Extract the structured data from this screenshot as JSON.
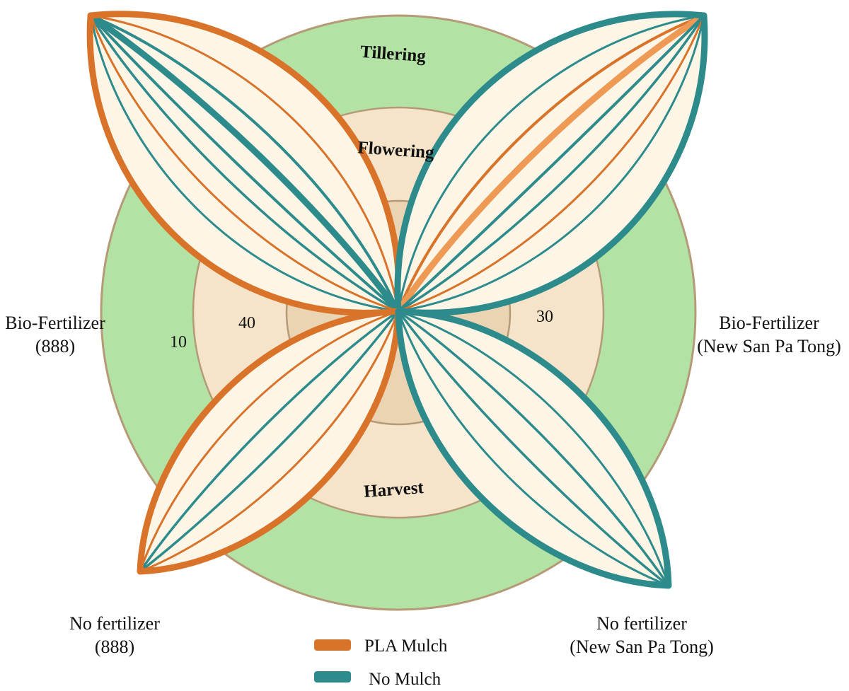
{
  "colors": {
    "pla": "#d9732a",
    "pla_light": "#ee9a55",
    "nomulch": "#2e8b8b",
    "leaf_fill": "#fdf6e7",
    "ring_outer": "#b3e3a4",
    "ring_mid": "#f5e4c9",
    "ring_inner": "#efdcbe",
    "ring_core": "#ead4b3",
    "ring_stroke": "#b59a78"
  },
  "stages": {
    "tillering": "Tillering",
    "flowering": "Flowering",
    "harvest": "Harvest"
  },
  "ring_values": {
    "left_outer": "10",
    "left_inner": "40",
    "right_inner": "30"
  },
  "categories": {
    "top_left": {
      "line1": "Bio-Fertilizer",
      "line2": "(888)"
    },
    "top_right": {
      "line1": "Bio-Fertilizer",
      "line2": "(New San Pa Tong)"
    },
    "bottom_left": {
      "line1": "No fertilizer",
      "line2": "(888)"
    },
    "bottom_right": {
      "line1": "No fertilizer",
      "line2": "(New San Pa Tong)"
    }
  },
  "legend": {
    "pla_label": "PLA Mulch",
    "nomulch_label": "No Mulch"
  }
}
